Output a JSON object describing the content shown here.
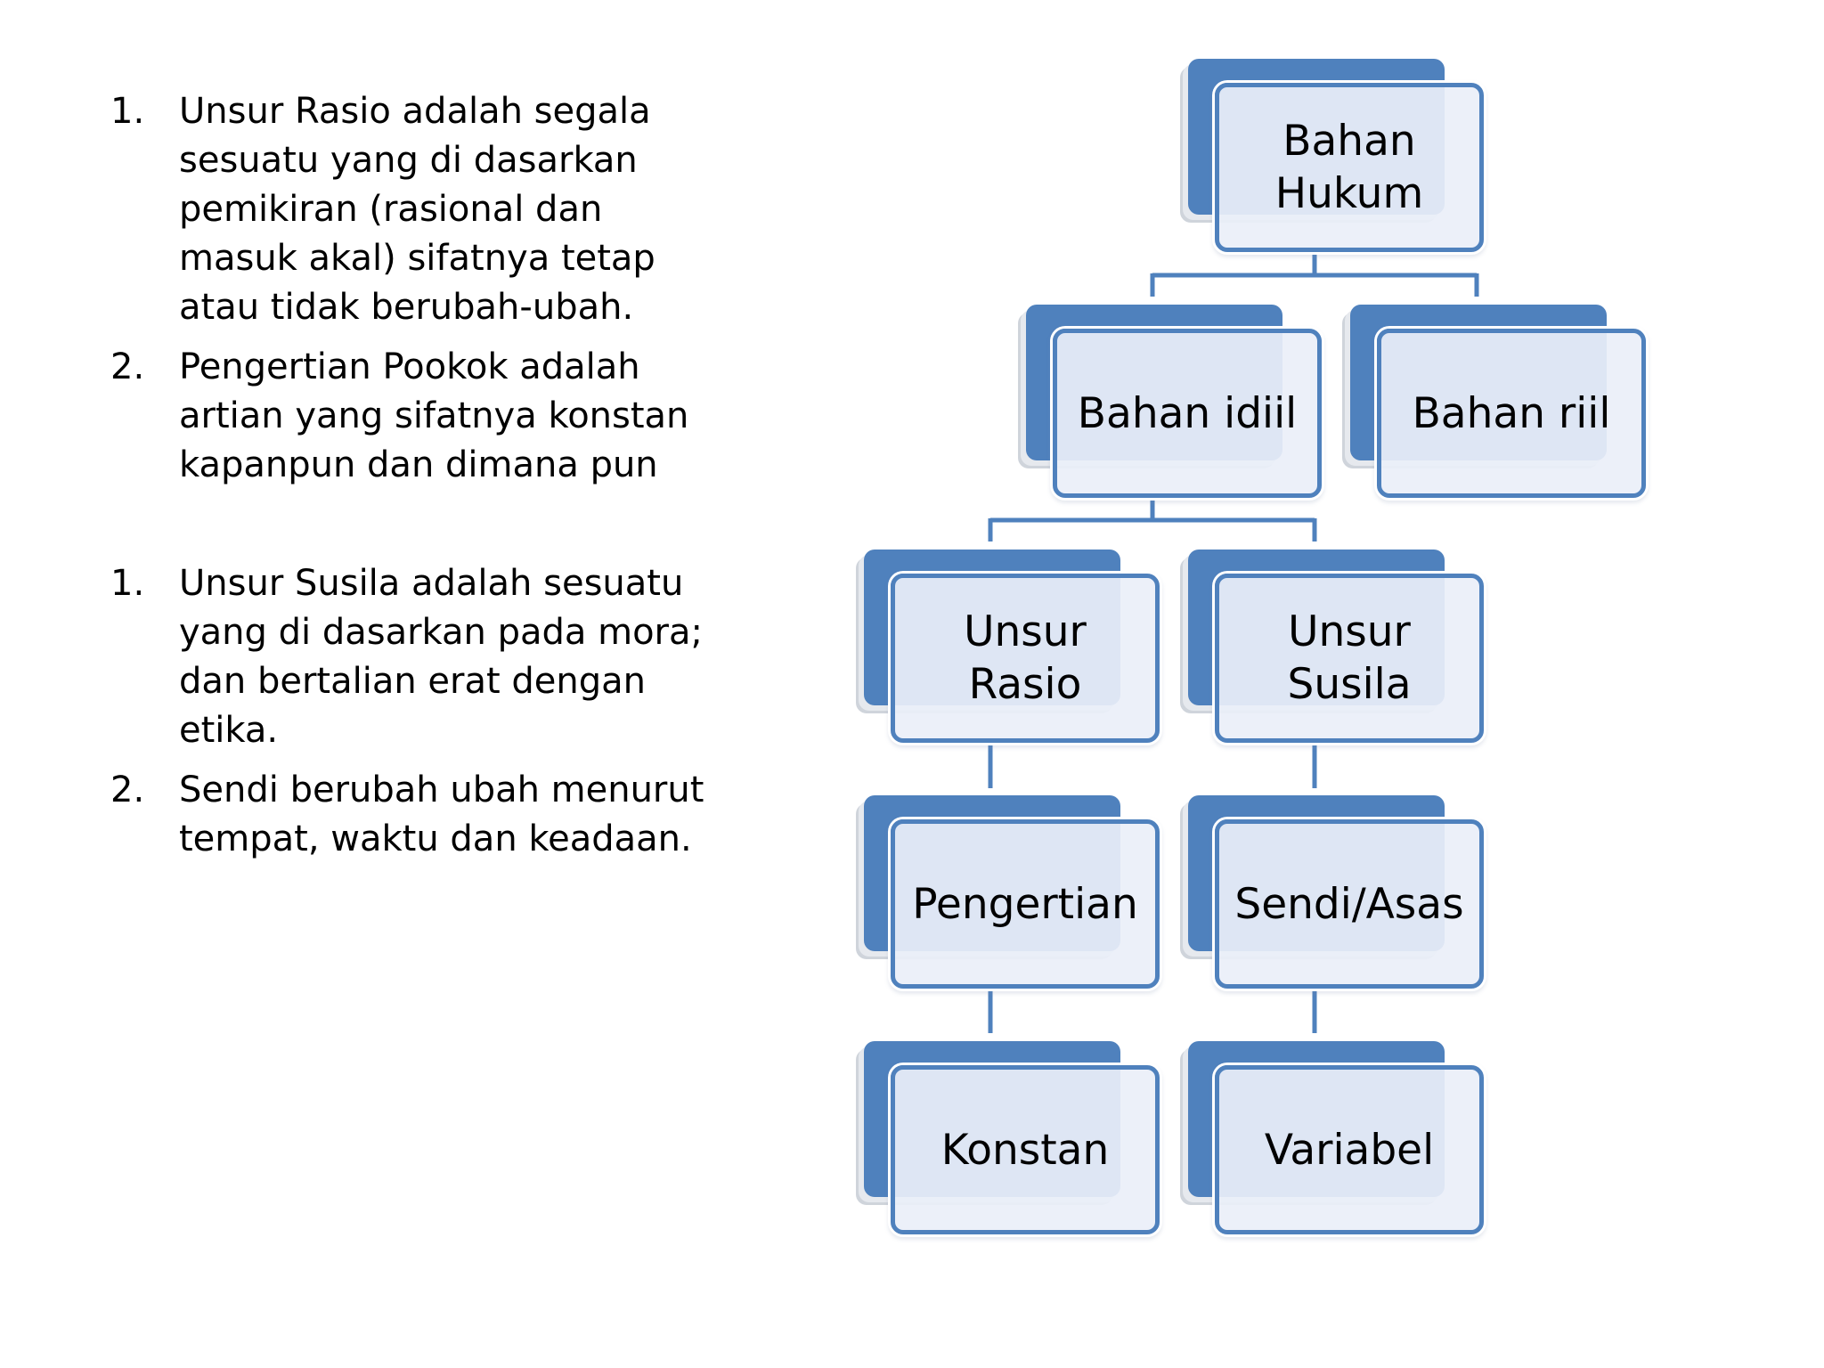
{
  "text_blocks": [
    {
      "items": [
        {
          "num": "1.",
          "lines": [
            "Unsur Rasio  adalah segala",
            "sesuatu yang di dasarkan",
            "pemikiran (rasional dan",
            "masuk akal)  sifatnya tetap",
            "atau tidak berubah-ubah."
          ]
        },
        {
          "num": "2.",
          "lines": [
            "Pengertian Pookok adalah",
            "artian yang sifatnya konstan",
            "kapanpun dan dimana pun"
          ]
        }
      ]
    },
    {
      "items": [
        {
          "num": "1.",
          "lines": [
            "Unsur Susila adalah sesuatu",
            "yang di dasarkan pada mora;",
            "dan bertalian erat dengan",
            "etika."
          ]
        },
        {
          "num": "2.",
          "lines": [
            "Sendi berubah ubah menurut",
            "tempat, waktu dan keadaan."
          ]
        }
      ]
    }
  ],
  "hierarchy": {
    "root": "Bahan\nHukum",
    "level2": [
      "Bahan idiil",
      "Bahan riil"
    ],
    "level3": [
      "Unsur\nRasio",
      "Unsur\nSusila"
    ],
    "level4": [
      "Pengertian",
      "Sendi/Asas"
    ],
    "level5": [
      "Konstan",
      "Variabel"
    ]
  },
  "colors": {
    "accent": "#4f81bd",
    "box_fill": "#eaeff8",
    "connector": "#4f81bd"
  }
}
